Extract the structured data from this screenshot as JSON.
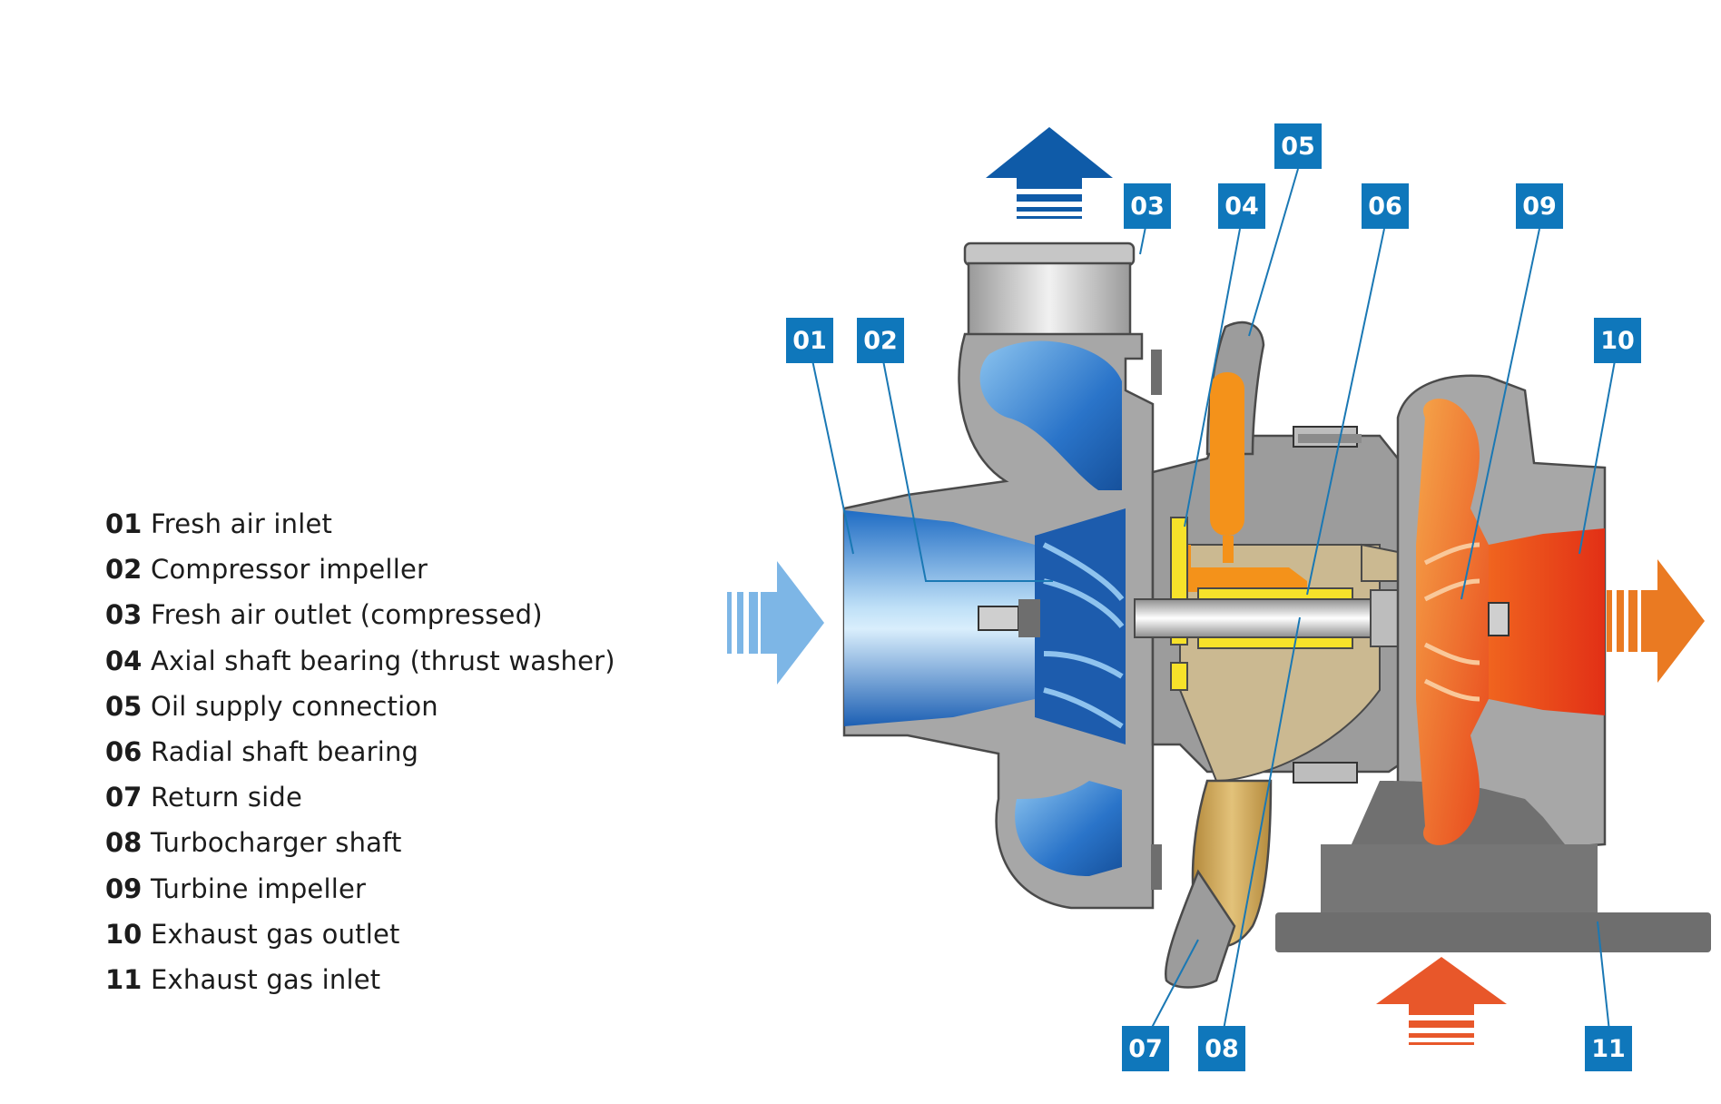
{
  "legend": [
    {
      "number": "01",
      "label": "Fresh air inlet"
    },
    {
      "number": "02",
      "label": "Compressor impeller"
    },
    {
      "number": "03",
      "label": "Fresh air outlet (compressed)"
    },
    {
      "number": "04",
      "label": "Axial shaft bearing (thrust washer)"
    },
    {
      "number": "05",
      "label": "Oil supply connection"
    },
    {
      "number": "06",
      "label": "Radial shaft bearing"
    },
    {
      "number": "07",
      "label": "Return side"
    },
    {
      "number": "08",
      "label": "Turbocharger shaft"
    },
    {
      "number": "09",
      "label": "Turbine impeller"
    },
    {
      "number": "10",
      "label": "Exhaust gas outlet"
    },
    {
      "number": "11",
      "label": "Exhaust gas inlet"
    }
  ],
  "callouts": [
    "01",
    "02",
    "03",
    "04",
    "05",
    "06",
    "07",
    "08",
    "09",
    "10",
    "11"
  ],
  "colors": {
    "callout_box": "#0f77bb",
    "leader_line": "#1a78b4",
    "housing_grey": "#a7a7a7",
    "housing_dark": "#6e6e6e",
    "fresh_air_blue": "#2a74c9",
    "fresh_air_arrow_light": "#7db6e6",
    "outlet_arrow_blue": "#0f5ba8",
    "exhaust_orange": "#ea7a22",
    "exhaust_red": "#e43217",
    "inlet_arrow_orange": "#e8572a",
    "oil_orange": "#f4921a",
    "oil_tan": "#c9a96a",
    "bearing_yellow": "#f7e22a"
  }
}
